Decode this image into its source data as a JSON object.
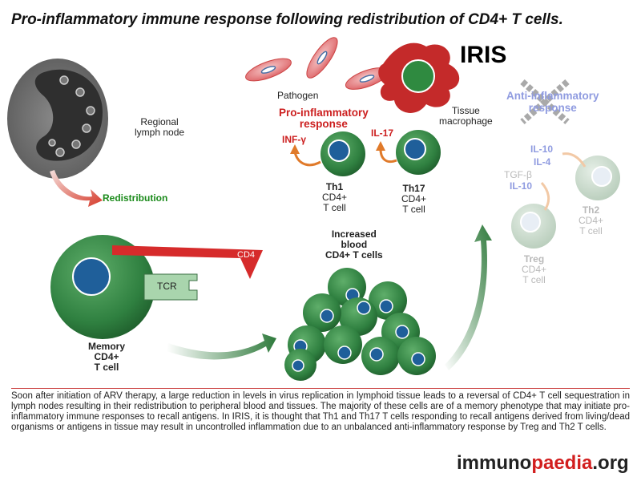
{
  "title": "Pro-inflammatory immune response following redistribution of CD4+ T cells.",
  "iris": "IRIS",
  "lymph_node": {
    "line1": "Regional",
    "line2": "lymph node"
  },
  "redistribution": "Redistribution",
  "pathogen": "Pathogen",
  "tissue_macrophage": {
    "line1": "Tissue",
    "line2": "macrophage"
  },
  "pro_inflammatory": {
    "line1": "Pro-inflammatory",
    "line2": "response"
  },
  "anti_inflammatory": {
    "line1": "Anti-inflammatory",
    "line2": "response"
  },
  "inf_gamma": "INF-γ",
  "il17": "IL-17",
  "th1": {
    "name": "Th1",
    "line2": "CD4+",
    "line3": "T cell"
  },
  "th17": {
    "name": "Th17",
    "line2": "CD4+",
    "line3": "T cell"
  },
  "th2": {
    "name": "Th2",
    "line2": "CD4+",
    "line3": "T cell"
  },
  "treg": {
    "name": "Treg",
    "line2": "CD4+",
    "line3": "T cell"
  },
  "il10_top": "IL-10",
  "il4": "IL-4",
  "tgf_beta": "TGF-β",
  "il10_bottom": "IL-10",
  "increased_blood": {
    "line1": "Increased",
    "line2": "blood",
    "line3": "CD4+ T cells"
  },
  "cd4": "CD4",
  "tcr": "TCR",
  "memory": {
    "line1": "Memory",
    "line2": "CD4+",
    "line3": "T cell"
  },
  "caption": "Soon after initiation of ARV therapy, a large reduction in levels in virus replication in lymphoid tissue leads to a reversal of CD4+ T cell sequestration in lymph nodes resulting in their redistribution to peripheral blood and tissues. The majority of these cells are of a memory phenotype that may initiate pro-inflammatory immune responses to recall antigens. In IRIS, it is thought that Th1 and Th17 T cells responding to recall antigens derived from living/dead organisms or antigens in tissue may result in uncontrolled inflammation due to an unbalanced anti-inflammatory response by Treg and Th2 T cells.",
  "logo": {
    "part1": "immuno",
    "part2": "paedia",
    "part3": ".org"
  }
}
